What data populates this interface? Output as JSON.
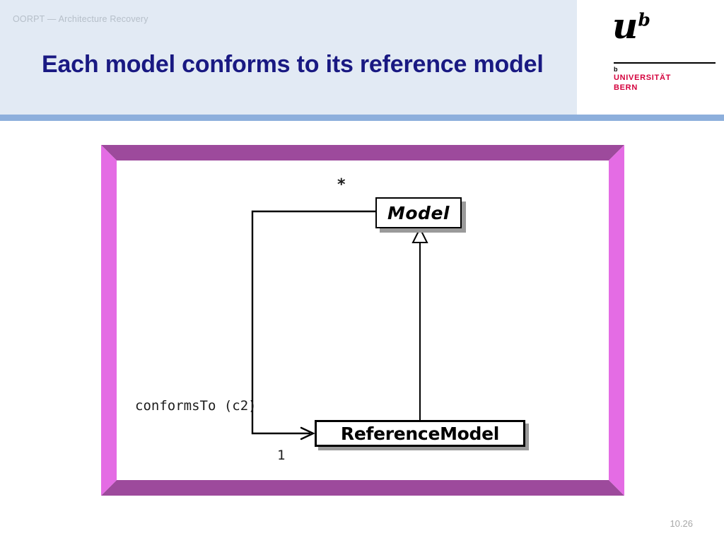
{
  "slide": {
    "eyebrow": "OORPT — Architecture Recovery",
    "title": "Each model conforms to its reference model",
    "page_number": "10.26",
    "colors": {
      "header_background": "#e2eaf4",
      "header_rule": "#8dafdc",
      "title_text": "#191982",
      "eyebrow_text": "#b6bfc9",
      "frame_dark": "#9d4a9c",
      "frame_light": "#e46ce4",
      "logo_red": "#d4003c",
      "page_number_text": "#a8a8a8"
    }
  },
  "logo": {
    "mark_main": "u",
    "mark_super": "b",
    "small_b": "b",
    "line1": "UNIVERSITÄT",
    "line2": "BERN"
  },
  "diagram": {
    "type": "uml-class-diagram",
    "classes": [
      {
        "id": "model",
        "name": "Model",
        "abstract": true,
        "style": "italic"
      },
      {
        "id": "referenceModel",
        "name": "ReferenceModel",
        "abstract": false,
        "style": "bold"
      }
    ],
    "relationships": [
      {
        "id": "conformsTo",
        "kind": "association",
        "label": "conformsTo (c2)",
        "source": "model",
        "target": "referenceModel",
        "source_multiplicity": "*",
        "target_multiplicity": "1",
        "navigable": true,
        "arrowhead": "open-arrow"
      },
      {
        "id": "generalization",
        "kind": "generalization",
        "label": "",
        "source": "referenceModel",
        "target": "model",
        "arrowhead": "hollow-triangle"
      }
    ],
    "labels": {
      "association_name": "conformsTo (c2)",
      "multiplicity_star": "*",
      "multiplicity_one": "1"
    }
  }
}
